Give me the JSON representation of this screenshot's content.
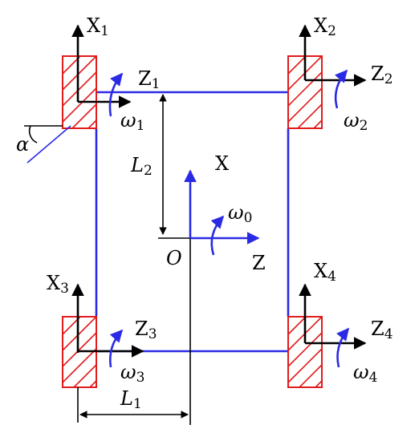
{
  "colors": {
    "frame": "#2a2ae6",
    "wheel": "#e21b1b",
    "axis": "#000000"
  },
  "wheels": [
    {
      "x_label": "X",
      "x_index": "1",
      "z_label": "Z",
      "z_index": "1",
      "omega": "ω",
      "omega_index": "1"
    },
    {
      "x_label": "X",
      "x_index": "2",
      "z_label": "Z",
      "z_index": "2",
      "omega": "ω",
      "omega_index": "2"
    },
    {
      "x_label": "X",
      "x_index": "3",
      "z_label": "Z",
      "z_index": "3",
      "omega": "ω",
      "omega_index": "3"
    },
    {
      "x_label": "X",
      "x_index": "4",
      "z_label": "Z",
      "z_index": "4",
      "omega": "ω",
      "omega_index": "4"
    }
  ],
  "center": {
    "x_label": "X",
    "z_label": "Z",
    "origin_label": "O",
    "omega": "ω",
    "omega_index": "0"
  },
  "dimensions": {
    "l2_label": "L",
    "l2_index": "2",
    "l1_label": "L",
    "l1_index": "1",
    "alpha_label": "α"
  }
}
